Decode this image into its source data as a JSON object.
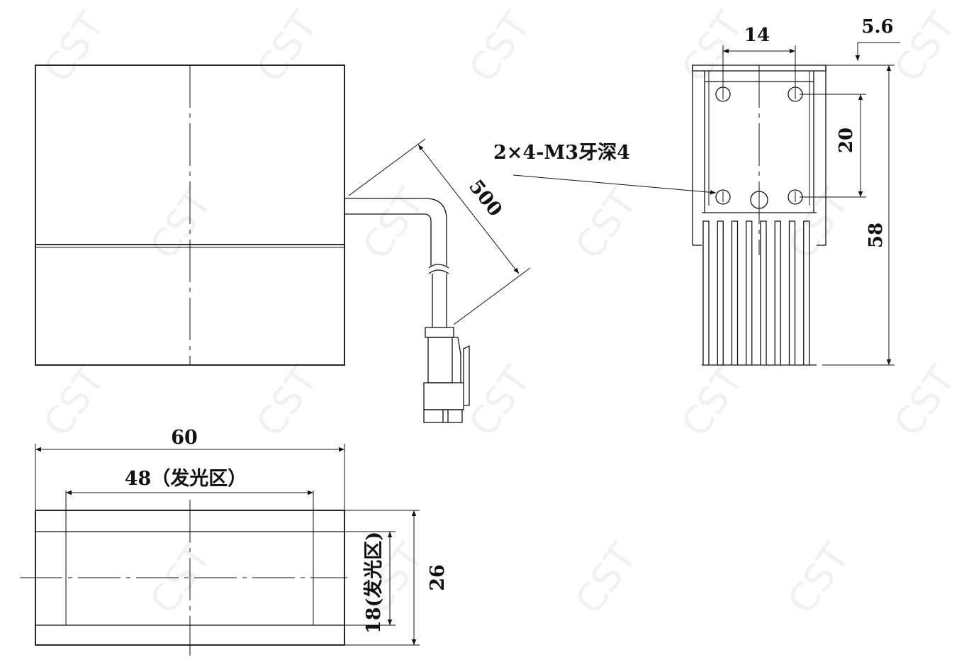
{
  "watermark": "CST",
  "dimensions": {
    "cable_length": "500",
    "hole_spacing_h": "14",
    "top_offset": "5.6",
    "hole_spacing_v": "20",
    "height": "58",
    "thread_note": "2×4-M3牙深4",
    "width_total": "60",
    "width_emit": "48（发光区）",
    "depth_emit": "18(发光区)",
    "depth_total": "26"
  }
}
